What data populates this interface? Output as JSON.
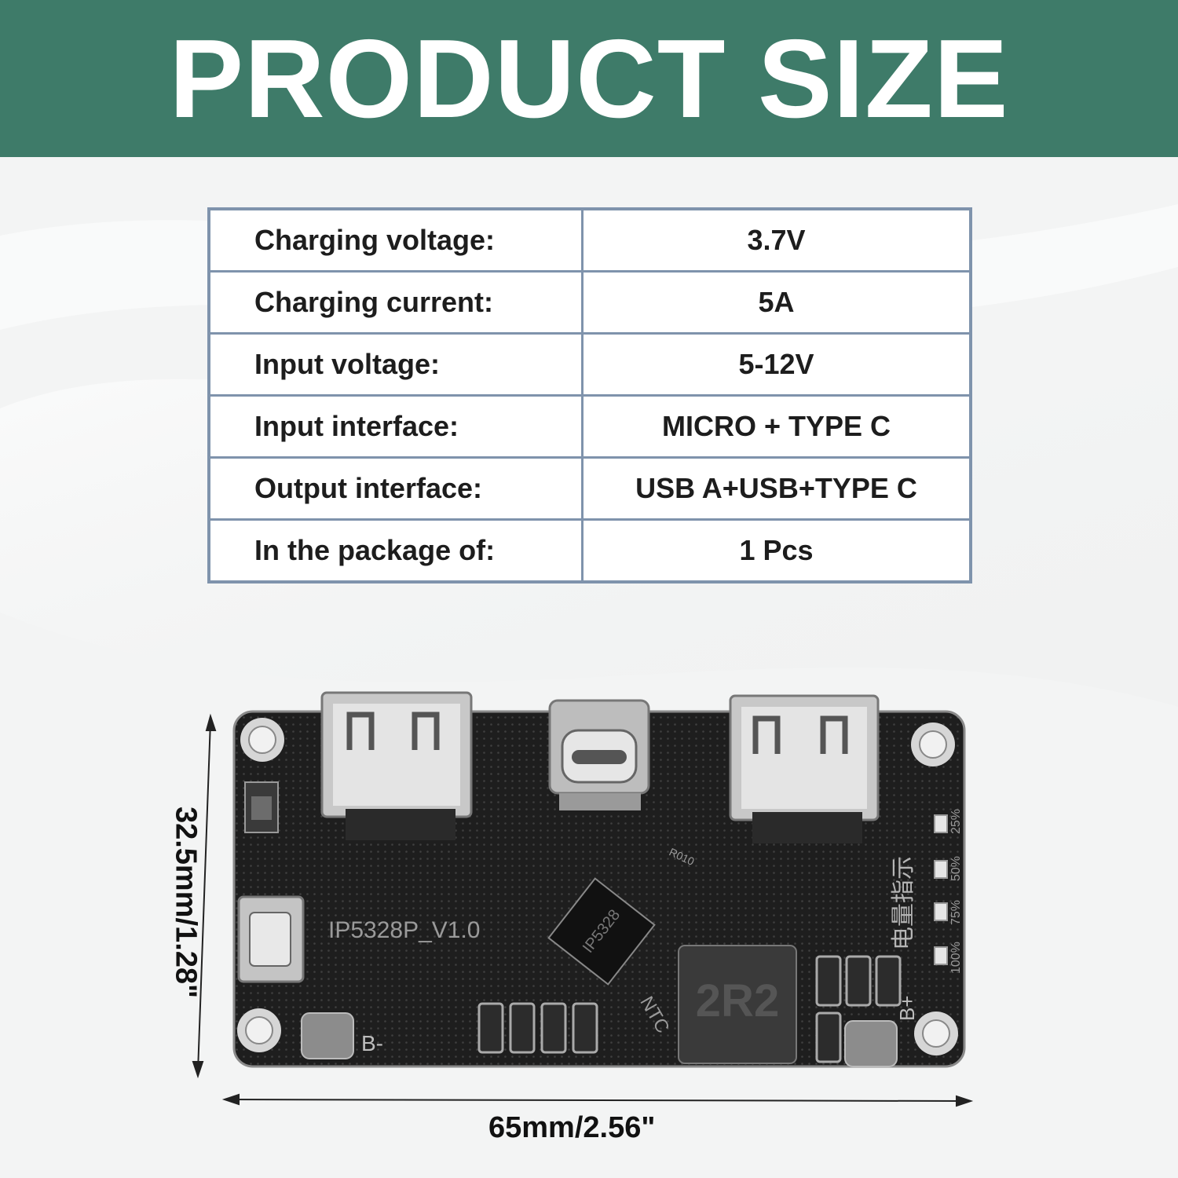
{
  "header": {
    "title": "PRODUCT SIZE",
    "bg_color": "#3e7b69"
  },
  "spec_table": {
    "rows": [
      {
        "label": "Charging voltage:",
        "value": "3.7V"
      },
      {
        "label": "Charging current:",
        "value": "5A"
      },
      {
        "label": "Input voltage:",
        "value": "5-12V"
      },
      {
        "label": "Input interface:",
        "value": "MICRO + TYPE C"
      },
      {
        "label": "Output interface:",
        "value": "USB A+USB+TYPE C"
      },
      {
        "label": "In the package of:",
        "value": "1 Pcs"
      }
    ],
    "border_color": "#7f93ac"
  },
  "board": {
    "silkscreen_model": "IP5328P_V1.0",
    "chip_text": "IP5328",
    "inductor_text": "2R2",
    "pad_label_negative": "B-",
    "pad_label_positive": "B+",
    "ntc_label": "NTC",
    "battery_indicator_label": "电量指示",
    "indicator_levels": [
      "25%",
      "50%",
      "75%",
      "100%"
    ],
    "resistor_code": "R010"
  },
  "dimensions": {
    "width_label": "65mm/2.56\"",
    "height_label": "32.5mm/1.28\""
  }
}
